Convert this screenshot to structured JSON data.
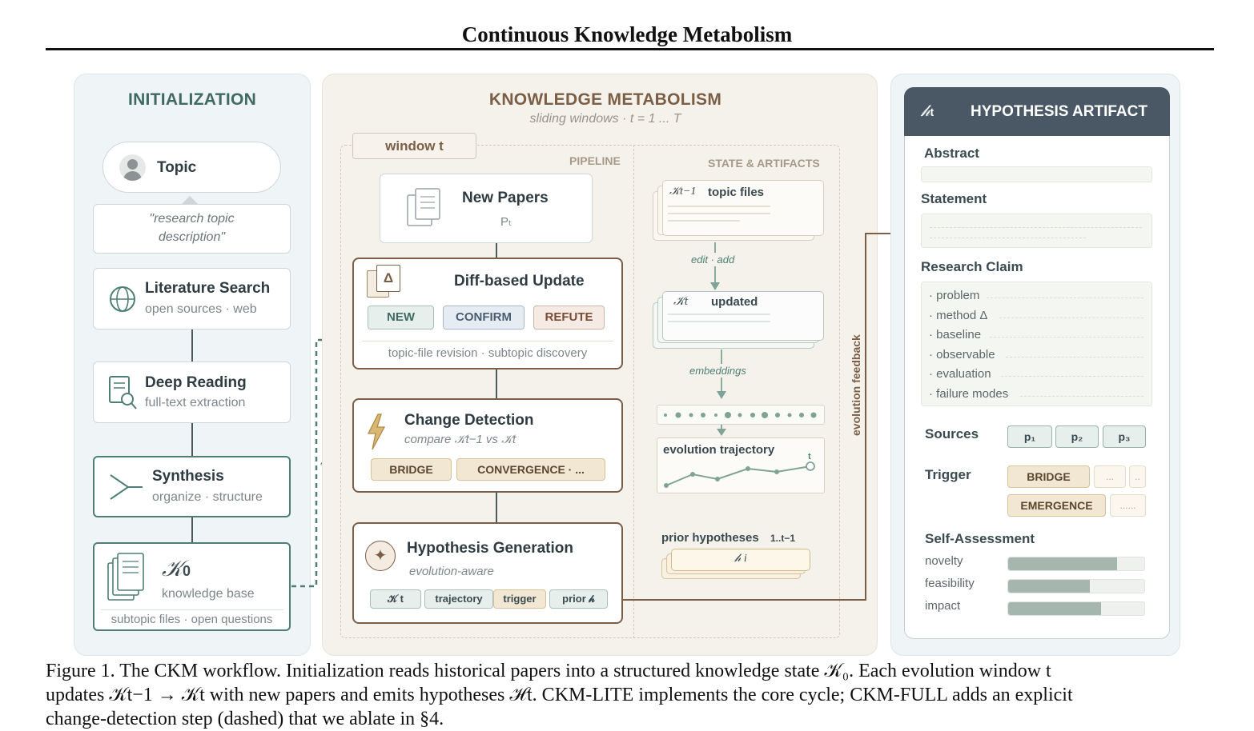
{
  "title": "Continuous Knowledge Metabolism",
  "initialization": {
    "title": "INITIALIZATION",
    "topic": "Topic",
    "topic_desc_1": "\"research topic",
    "topic_desc_2": "description\"",
    "lit_title": "Literature Search",
    "lit_sub": "open sources · web",
    "deep_title": "Deep Reading",
    "deep_sub": "full-text extraction",
    "syn_title": "Synthesis",
    "syn_sub": "organize · structure",
    "k0_symbol": "𝒦",
    "k0_sub_index": "0",
    "k0_sub": "knowledge base",
    "k0_footer": "subtopic files · open questions",
    "k0_link_label": "𝒦",
    "k0_link_index": "0"
  },
  "metabolism": {
    "title": "KNOWLEDGE METABOLISM",
    "subtitle": "sliding windows · t = 1 ... T",
    "window": "window t",
    "pipeline": "PIPELINE",
    "state": "STATE & ARTIFACTS",
    "new_papers": "New Papers",
    "new_papers_sub": "Pₜ",
    "diff_icon": "Δ",
    "diff_title": "Diff-based Update",
    "tag_new": "NEW",
    "tag_confirm": "CONFIRM",
    "tag_refute": "REFUTE",
    "diff_footer": "topic-file revision · subtopic discovery",
    "change_title": "Change Detection",
    "change_sub": "compare 𝒦t−1 vs 𝒦t",
    "tag_bridge": "BRIDGE",
    "tag_convergence": "CONVERGENCE · ...",
    "hyp_icon": "✦",
    "hyp_title": "Hypothesis Generation",
    "hyp_sub": "evolution-aware",
    "chip_kt": "𝒦 t",
    "chip_traj": "trajectory",
    "chip_trigger": "trigger",
    "chip_prior": "prior 𝒽",
    "topic_files_k": "𝒦t−1",
    "topic_files": "topic files",
    "edit_add": "edit · add",
    "updated_k": "𝒦t",
    "updated": "updated",
    "embeddings": "embeddings",
    "evo_traj": "evolution trajectory",
    "traj_t": "t",
    "prior_hyp": "prior hypotheses",
    "prior_range": "1..t−1",
    "prior_hi": "𝒽 i",
    "evo_feedback": "evolution feedback"
  },
  "hypothesis": {
    "header_k": "𝒽",
    "header_t": "t",
    "title": "HYPOTHESIS ARTIFACT",
    "abstract": "Abstract",
    "statement": "Statement",
    "claim": "Research Claim",
    "claim_items": [
      "· problem",
      "· method Δ",
      "· baseline",
      "· observable",
      "· evaluation",
      "· failure modes"
    ],
    "sources": "Sources",
    "src": [
      "p₁",
      "p₂",
      "p₃"
    ],
    "trigger": "Trigger",
    "trig_bridge": "BRIDGE",
    "trig_emergence": "EMERGENCE",
    "trig_dots1": "...",
    "trig_dots2": "..",
    "trig_dots3": "......",
    "self": "Self-Assessment",
    "metrics": [
      {
        "name": "novelty",
        "value": 0.8
      },
      {
        "name": "feasibility",
        "value": 0.6
      },
      {
        "name": "impact",
        "value": 0.68
      }
    ]
  },
  "caption": {
    "line1": "Figure 1. The CKM workflow. Initialization reads historical papers into a structured knowledge state 𝒦₀. Each evolution window t",
    "line2": "updates 𝒦t−1 → 𝒦t with new papers and emits hypotheses ℋt. CKM-LITE implements the core cycle; CKM-FULL adds an explicit",
    "line3": "change-detection step (dashed) that we ablate in §4."
  },
  "colors": {
    "green": "#4e7f74",
    "brown": "#7a5e45",
    "header": "#4a5866"
  }
}
